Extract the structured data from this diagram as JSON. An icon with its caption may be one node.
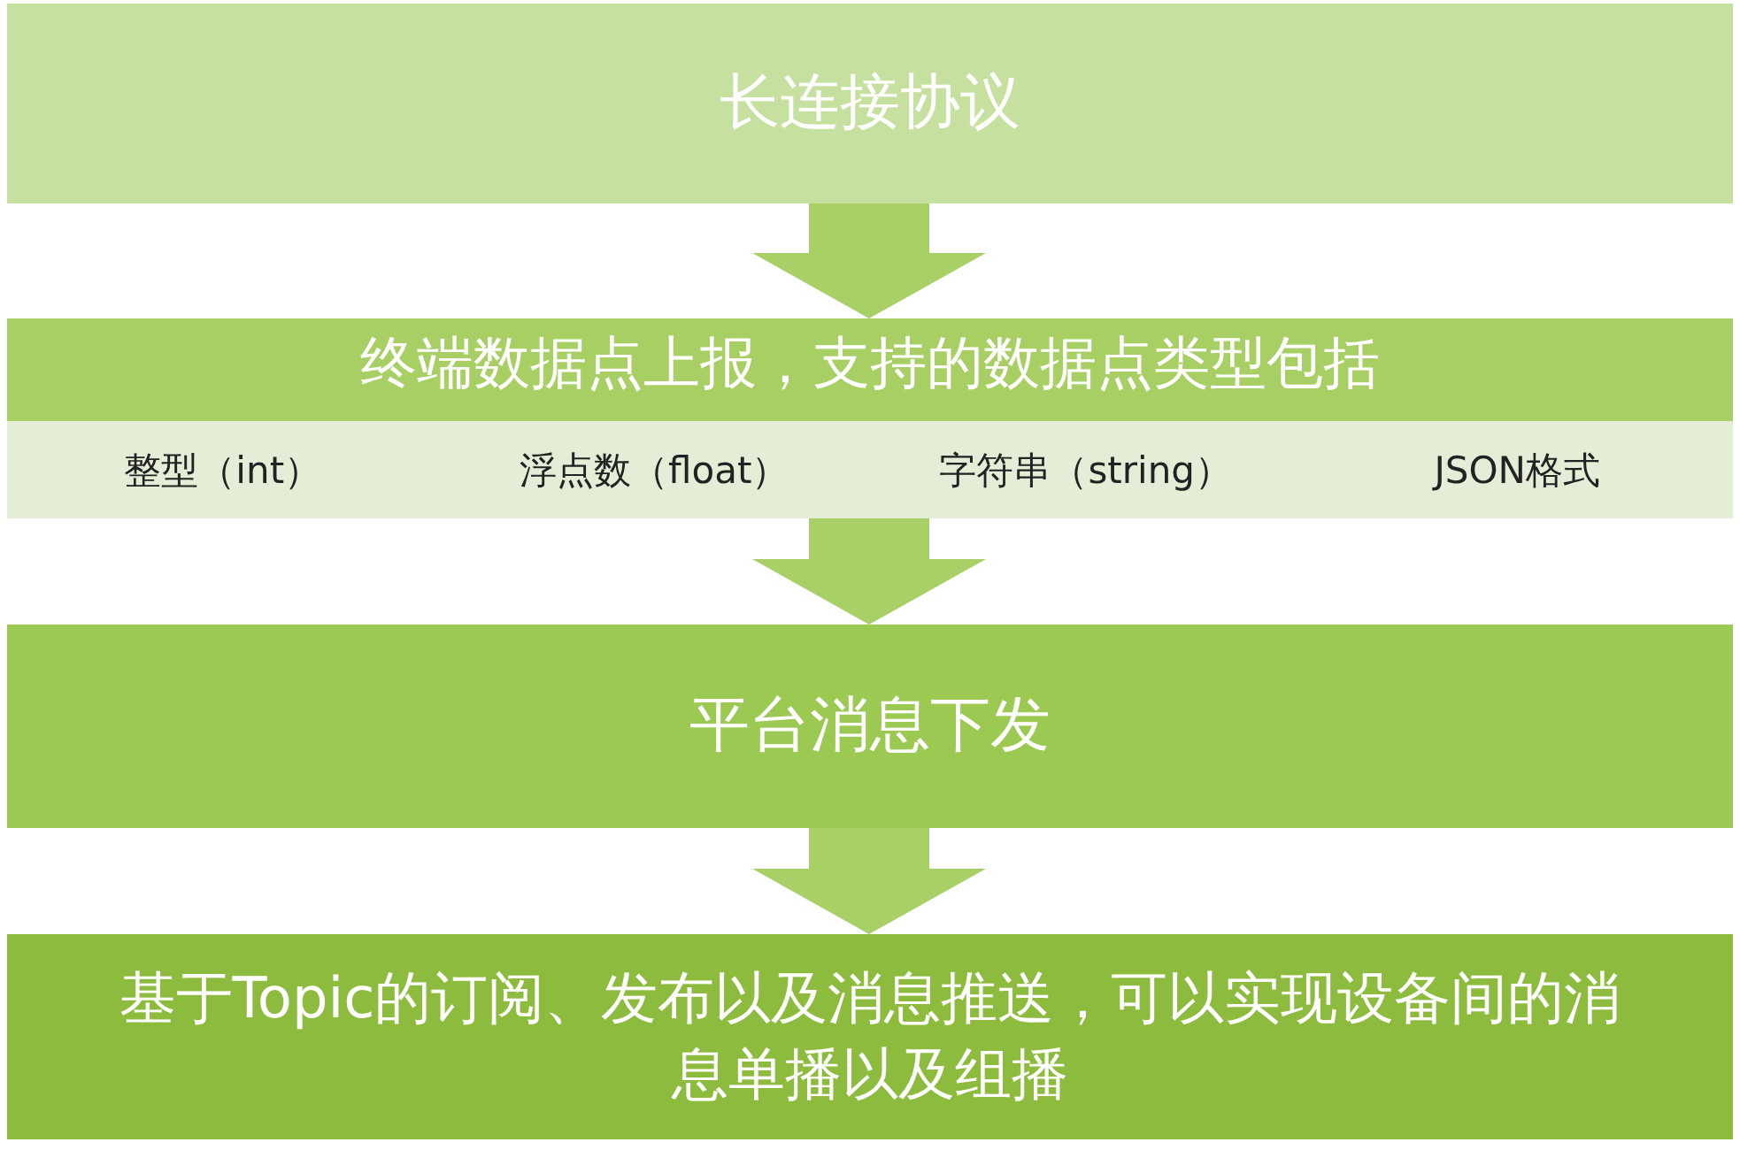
{
  "diagram": {
    "nodes": [
      {
        "text": [
          "长连接协议"
        ]
      },
      {
        "text": [
          "终端数据点上报，支持的数据点类型包括"
        ]
      },
      {
        "text": [
          "整型（int）",
          "浮点数（float）",
          "字符串（string）",
          "JSON格式"
        ],
        "in": 1
      },
      {
        "text": [
          "平台消息下发"
        ]
      },
      {
        "text": [
          "基于Topic的订阅、发布以及消息推送，可以实现设备间的消息单播以及组播"
        ]
      }
    ],
    "edges": [
      {
        "from": 0,
        "to": 1,
        "arrow": "to"
      },
      {
        "from": 1,
        "to": 3,
        "arrow": "to"
      },
      {
        "from": 3,
        "to": 4,
        "arrow": "to"
      }
    ]
  }
}
